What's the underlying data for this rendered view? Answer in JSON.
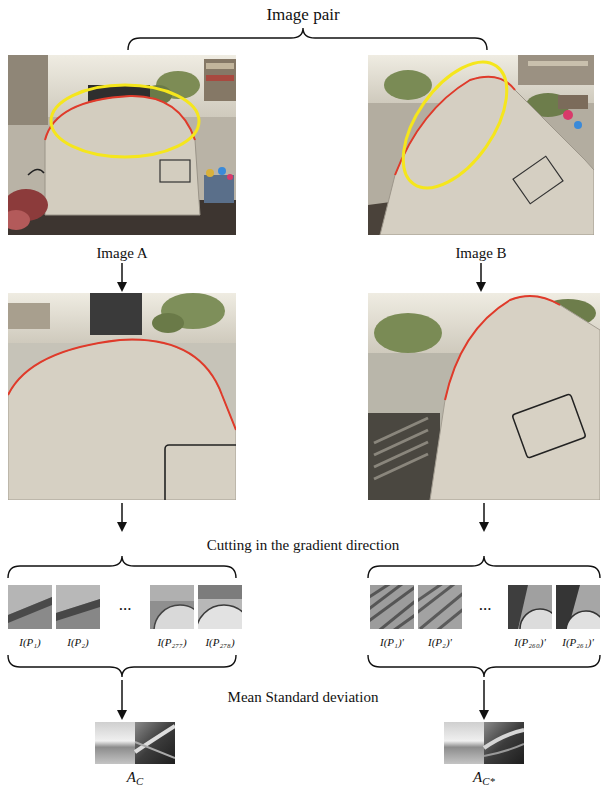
{
  "diagram": {
    "nodes": [
      {
        "text": [
          "Image A"
        ]
      },
      {
        "text": [
          "Image B"
        ]
      },
      {
        "text": [
          "I(P₁)"
        ]
      },
      {
        "text": [
          "I(P₂)"
        ]
      },
      {
        "text": [
          "I(P₂₇₇)"
        ]
      },
      {
        "text": [
          "I(P₂₇₈)"
        ]
      },
      {
        "text": [
          "I(P₁)'"
        ]
      },
      {
        "text": [
          "I(P₂)'"
        ]
      },
      {
        "text": [
          "I(P₂₆₀)'"
        ]
      },
      {
        "text": [
          "I(P₂₆₁)'"
        ]
      },
      {
        "text": [
          "AC"
        ]
      },
      {
        "text": [
          "AC*"
        ]
      }
    ],
    "labels": [
      "Image pair",
      "Cutting in the gradient direction",
      "...",
      "...",
      "Mean Standard deviation"
    ]
  }
}
